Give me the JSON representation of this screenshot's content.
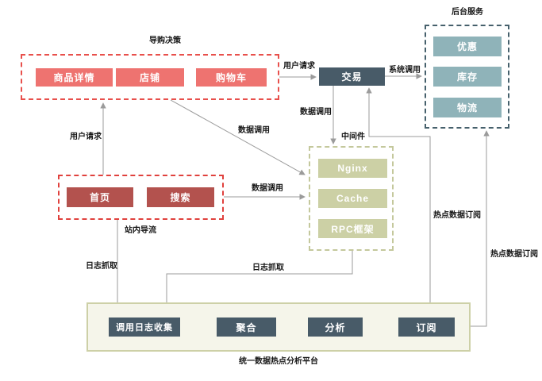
{
  "groups": {
    "guide": {
      "title": "导购决策",
      "nodes": [
        "商品详情",
        "店铺",
        "购物车"
      ]
    },
    "frontend": {
      "nodes": [
        "首页",
        "搜索"
      ]
    },
    "backend": {
      "title": "后台服务",
      "nodes": [
        "优惠",
        "库存",
        "物流"
      ]
    },
    "middleware": {
      "title": "中间件",
      "nodes": [
        "Nginx",
        "Cache",
        "RPC框架"
      ]
    },
    "platform": {
      "title": "统一数据热点分析平台",
      "nodes": [
        "调用日志收集",
        "聚合",
        "分析",
        "订阅"
      ]
    }
  },
  "nodes": {
    "trade": "交易"
  },
  "edges": {
    "user_request_up": "用户请求",
    "user_request_right": "用户请求",
    "system_call": "系统调用",
    "data_call_down": "数据调用",
    "data_call_diagonal": "数据调用",
    "data_call_mid": "数据调用",
    "site_flow": "站内导流",
    "log_capture_left": "日志抓取",
    "log_capture_mid": "日志抓取",
    "hotspot_sub_inner": "热点数据订阅",
    "hotspot_sub_outer": "热点数据订阅"
  },
  "colors": {
    "salmon_box": "#ee7370",
    "brick_box": "#b3524e",
    "slate_box": "#485b68",
    "teal_box": "#8fb3b9",
    "olive_box": "#ccd0a5",
    "red_dashed_border": "#e8504c",
    "slate_dashed_border": "#46606c",
    "olive_dashed_border": "#c4c89c",
    "platform_bg": "#f5f5ea",
    "platform_border": "#cdd0a7",
    "connector_gray": "#9b9b9b"
  }
}
